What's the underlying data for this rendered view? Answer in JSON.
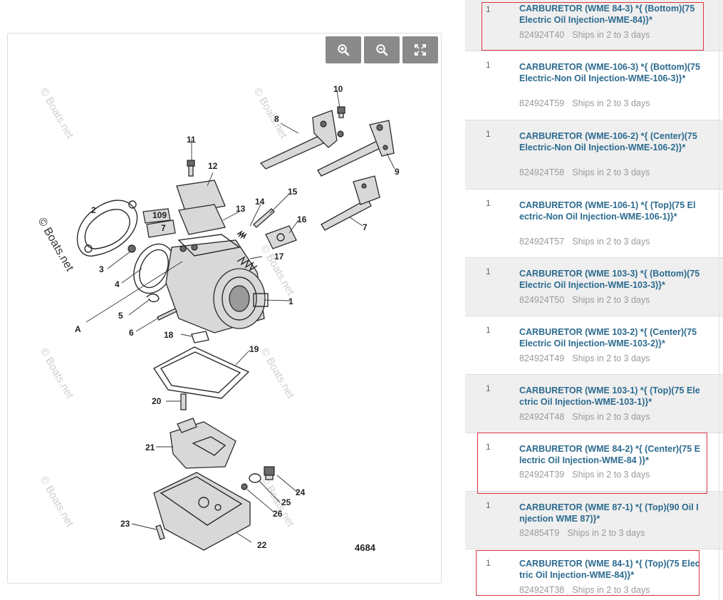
{
  "diagram": {
    "plate_number": "4684",
    "watermark": "© Boats.net",
    "callouts": [
      "1",
      "2",
      "3",
      "4",
      "5",
      "6",
      "7",
      "8",
      "9",
      "10",
      "11",
      "12",
      "13",
      "14",
      "15",
      "16",
      "17",
      "18",
      "19",
      "20",
      "21",
      "22",
      "23",
      "24",
      "25",
      "26",
      "A"
    ],
    "tag_labels": {
      "tag_a": "109",
      "tag_b": "7"
    },
    "zoom_buttons": {
      "zoom_in": "zoom-in-icon",
      "zoom_out": "zoom-out-icon",
      "fullscreen": "fullscreen-icon"
    }
  },
  "parts": [
    {
      "qty": "1",
      "title": "CARBURETOR (WME 84-3) *{ (Bottom)(75 Electric Oil Injection-WME-84)}*",
      "sku": "824924T40",
      "ships": "Ships in 2 to 3 days"
    },
    {
      "qty": "1",
      "title": "CARBURETOR (WME-106-3) *{ (Bottom)(75 Electric-Non Oil Injection-WME-106-3)}*",
      "sku": "824924T59",
      "ships": "Ships in 2 to 3 days"
    },
    {
      "qty": "1",
      "title": "CARBURETOR (WME-106-2) *{ (Center)(75 Electric-Non Oil Injection-WME-106-2)}*",
      "sku": "824924T58",
      "ships": "Ships in 2 to 3 days"
    },
    {
      "qty": "1",
      "title": "CARBURETOR (WME-106-1) *{ (Top)(75 Electric-Non Oil Injection-WME-106-1)}*",
      "sku": "824924T57",
      "ships": "Ships in 2 to 3 days"
    },
    {
      "qty": "1",
      "title": "CARBURETOR (WME 103-3) *{ (Bottom)(75 Electric Oil Injection-WME-103-3)}*",
      "sku": "824924T50",
      "ships": "Ships in 2 to 3 days"
    },
    {
      "qty": "1",
      "title": "CARBURETOR (WME 103-2) *{ (Center)(75 Electric Oil Injection-WME-103-2)}*",
      "sku": "824924T49",
      "ships": "Ships in 2 to 3 days"
    },
    {
      "qty": "1",
      "title": "CARBURETOR (WME 103-1) *{ (Top)(75 Electric Oil Injection-WME-103-1)}*",
      "sku": "824924T48",
      "ships": "Ships in 2 to 3 days"
    },
    {
      "qty": "1",
      "title": "CARBURETOR (WME 84-2) *{ (Center)(75 Electric Oil Injection-WME-84 )}*",
      "sku": "824924T39",
      "ships": "Ships in 2 to 3 days"
    },
    {
      "qty": "1",
      "title": "CARBURETOR (WME 87-1) *{ (Top)(90 Oil Injection WME 87)}*",
      "sku": "824854T9",
      "ships": "Ships in 2 to 3 days"
    },
    {
      "qty": "1",
      "title": "CARBURETOR (WME 84-1) *{ (Top)(75 Electric Oil Injection-WME-84)}*",
      "sku": "824924T38",
      "ships": "Ships in 2 to 3 days"
    }
  ],
  "colors": {
    "link": "#2c6b8f",
    "highlight": "#d9363e",
    "zoom_button": "#8a8a8a",
    "row_shade": "#efefef"
  }
}
